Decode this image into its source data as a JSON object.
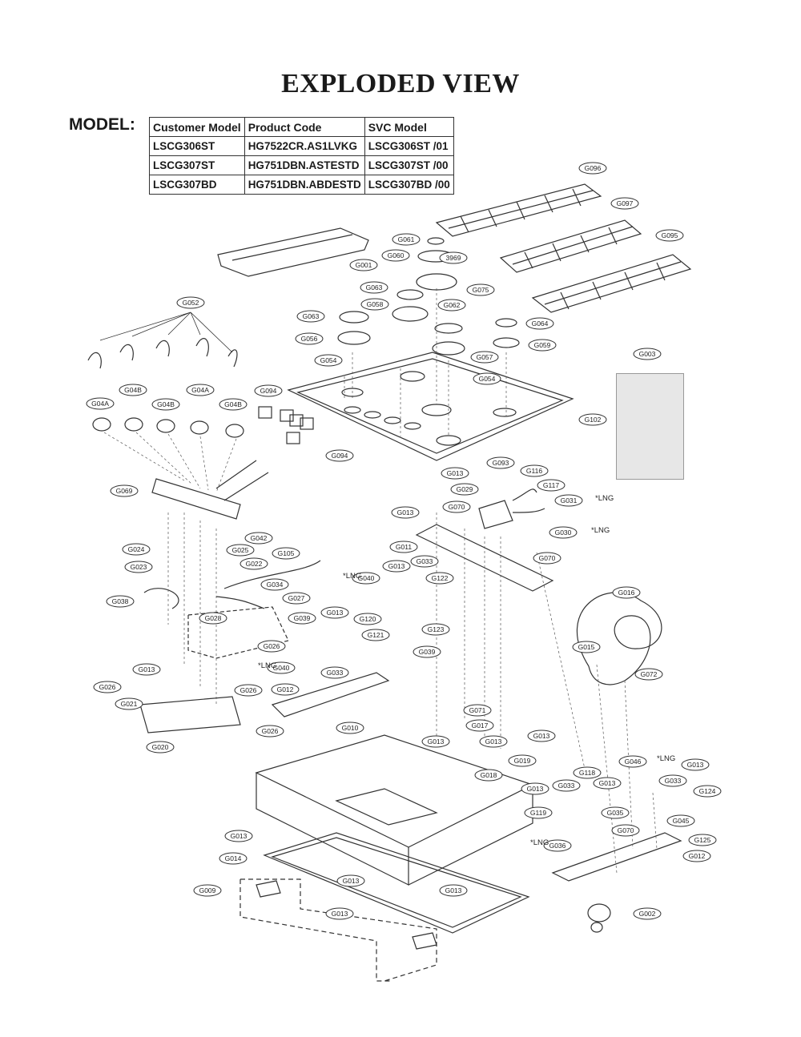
{
  "page": {
    "title": "EXPLODED VIEW",
    "model_label": "MODEL:"
  },
  "model_table": {
    "headers": [
      "Customer Model",
      "Product Code",
      "SVC Model"
    ],
    "rows": [
      [
        "LSCG306ST",
        "HG7522CR.AS1LVKG",
        "LSCG306ST /01"
      ],
      [
        "LSCG307ST",
        "HG751DBN.ASTESTD",
        "LSCG307ST /00"
      ],
      [
        "LSCG307BD",
        "HG751DBN.ABDESTD",
        "LSCG307BD /00"
      ]
    ]
  },
  "part_labels": [
    "G096",
    "G097",
    "G095",
    "G061",
    "G060",
    "3969",
    "G001",
    "G075",
    "G063",
    "G058",
    "G063",
    "G062",
    "G052",
    "G064",
    "G056",
    "G059",
    "G057",
    "G003",
    "G054",
    "G054",
    "G094",
    "G04B",
    "G04A",
    "G04B",
    "G04A",
    "G04B",
    "G102",
    "G094",
    "G013",
    "G093",
    "G116",
    "G029",
    "G117",
    "G031",
    "G069",
    "G013",
    "G070",
    "G030",
    "G011",
    "G042",
    "G024",
    "G025",
    "G105",
    "G070",
    "G023",
    "G022",
    "G040",
    "G013",
    "G033",
    "G122",
    "G016",
    "G034",
    "G038",
    "G027",
    "G028",
    "G039",
    "G013",
    "G120",
    "G121",
    "G123",
    "G026",
    "G015",
    "G039",
    "G040",
    "G033",
    "G072",
    "G013",
    "G026",
    "G026",
    "G012",
    "G021",
    "G071",
    "G017",
    "G010",
    "G026",
    "G013",
    "G013",
    "G013",
    "G020",
    "G019",
    "G018",
    "G046",
    "G013",
    "G118",
    "G033",
    "G013",
    "G013",
    "G033",
    "G124",
    "G119",
    "G035",
    "G045",
    "G070",
    "G125",
    "G036",
    "G013",
    "G012",
    "G014",
    "G013",
    "G009",
    "G013",
    "G013",
    "G002"
  ],
  "notes": [
    "*LNG",
    "*LNG",
    "*LNG",
    "*LNG",
    "*LNG",
    "*LNG"
  ]
}
